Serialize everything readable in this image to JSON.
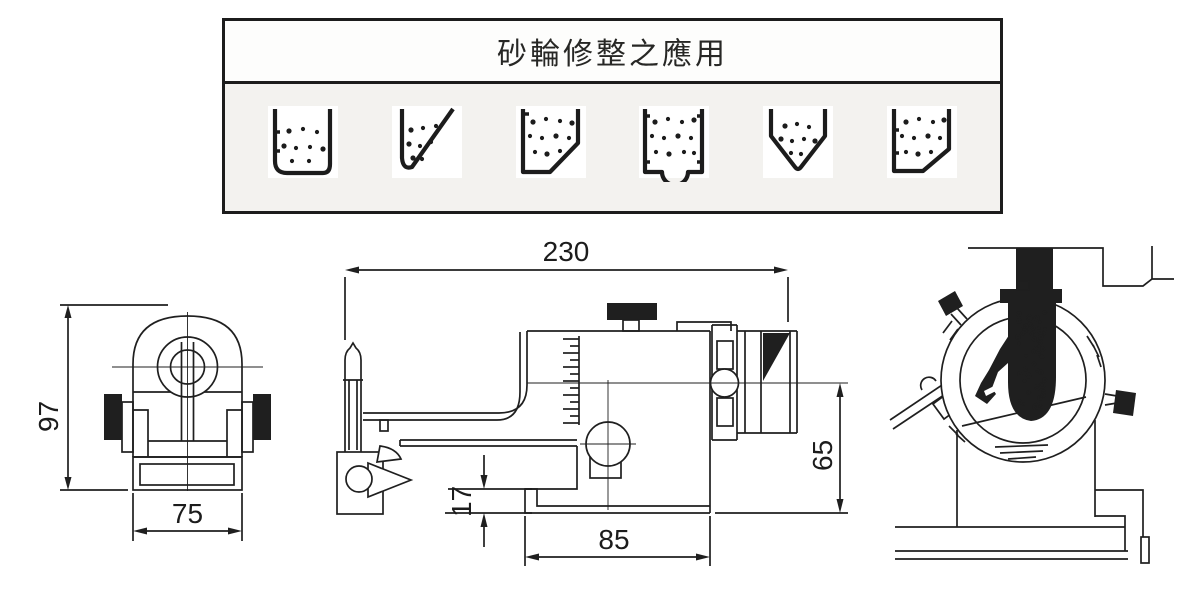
{
  "title_box": {
    "title": "砂輪修整之應用"
  },
  "profiles": [
    {
      "name": "cup-flat-bottom"
    },
    {
      "name": "angled-point"
    },
    {
      "name": "chamfered-bottom-right"
    },
    {
      "name": "concave-groove"
    },
    {
      "name": "v-point"
    },
    {
      "name": "corner-chamfer"
    }
  ],
  "views": {
    "front": {
      "height_dim": "97",
      "width_dim": "75"
    },
    "side": {
      "length_dim": "230",
      "height_dim": "65",
      "step_dim": "17",
      "base_dim": "85"
    }
  },
  "colors": {
    "line": "#1f1f1f",
    "panel_bg": "#f3f2ef"
  }
}
